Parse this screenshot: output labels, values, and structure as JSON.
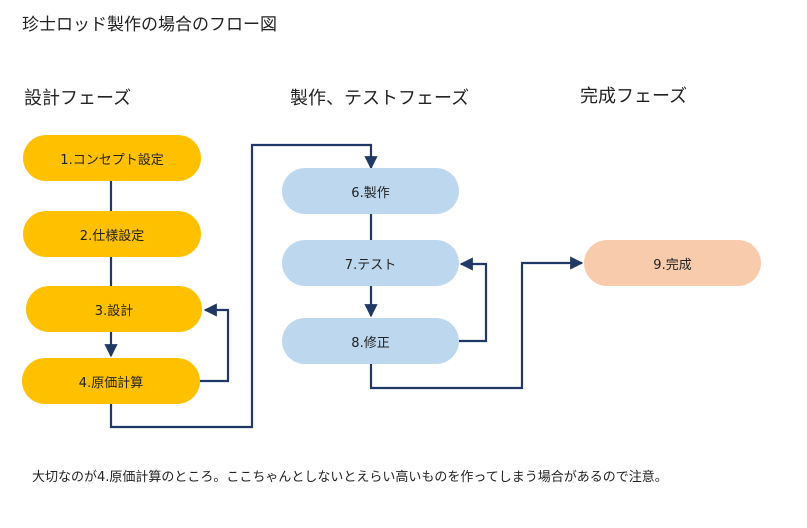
{
  "title": "珍士ロッド製作の場合のフロー図",
  "phases": {
    "design": "設計フェーズ",
    "production": "製作、テストフェーズ",
    "complete": "完成フェーズ"
  },
  "nodes": {
    "n1": "1.コンセプト設定",
    "n2": "2.仕様設定",
    "n3": "3.設計",
    "n4": "4.原価計算",
    "n6": "6.製作",
    "n7": "7.テスト",
    "n8": "8.修正",
    "n9": "9.完成"
  },
  "colors": {
    "design_node": "#FFC000",
    "production_node": "#BDD7EE",
    "complete_node": "#F8CBAD",
    "arrow": "#1F3864"
  },
  "note": "大切なのが4.原価計算のところ。ここちゃんとしないとえらい高いものを作ってしまう場合があるので注意。"
}
